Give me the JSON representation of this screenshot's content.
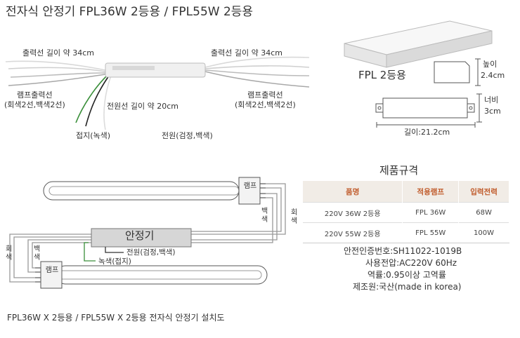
{
  "header": {
    "title": "전자식 안정기 FPL36W 2등용  /  FPL55W 2등용"
  },
  "top_diagram": {
    "out_left": "출력선 길이 약 34cm",
    "out_right": "출력선 길이 약 34cm",
    "lamp_out_left": "램프출력선",
    "lamp_out_left_sub": "(회색2선,백색2선)",
    "lamp_out_right": "램프출력선",
    "lamp_out_right_sub": "(회색2선,백색2선)",
    "power_len": "전원선 길이 약 20cm",
    "ground": "접지(녹색)",
    "power": "전원(검정,백색)"
  },
  "dimensions": {
    "product_name": "FPL 2등용",
    "height_label": "높이",
    "height_value": "2.4cm",
    "width_label": "너비",
    "width_value": "3cm",
    "length": "길이:21.2cm"
  },
  "spec_table": {
    "title": "제품규격",
    "headers": [
      "품명",
      "적용램프",
      "입력전력"
    ],
    "rows": [
      [
        "220V 36W 2등용",
        "FPL 36W",
        "68W"
      ],
      [
        "220V 55W 2등용",
        "FPL 55W",
        "100W"
      ]
    ]
  },
  "spec_info": {
    "cert": "안전인증번호:SH11022-1019B",
    "voltage": "사용전압:AC220V 60Hz",
    "power_factor": "역률:0.95이상 고역률",
    "origin": "제조원:국산(made in korea)"
  },
  "wiring": {
    "lamp1": "램프",
    "lamp2": "램프",
    "ballast": "안정기",
    "white_right": "백색",
    "gray_right": "회색",
    "gray_left": "회색",
    "white_left": "백색",
    "power": "전원(검정,백색)",
    "ground": "녹색(접지)"
  },
  "footer": {
    "caption": "FPL36W X 2등용 / FPL55W X 2등용 전자식 안정기 설치도"
  }
}
